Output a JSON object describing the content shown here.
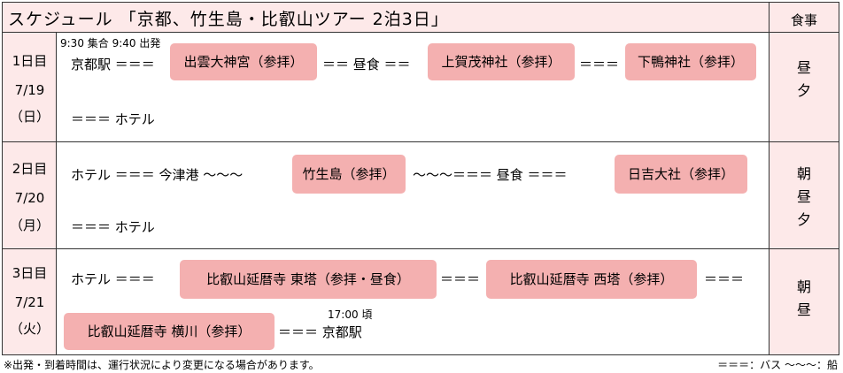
{
  "header": {
    "title": "スケジュール 「京都、竹生島・比叡山ツアー 2泊3日」",
    "meal": "食事"
  },
  "day1": {
    "day": "1日目",
    "date": "7/19",
    "weekday": "（日）",
    "time_note": "9:30 集合 9:40 出発",
    "start": "京都駅 ＝＝＝",
    "spot1": "出雲大神宮（参拝）",
    "mid1": "＝＝ 昼食 ＝＝",
    "spot2": "上賀茂神社（参拝）",
    "mid2": "＝＝＝",
    "spot3": "下鴨神社（参拝）",
    "end": "＝＝＝ ホテル",
    "meals": [
      "昼",
      "夕"
    ]
  },
  "day2": {
    "day": "2日目",
    "date": "7/20",
    "weekday": "（月）",
    "start": "ホテル ＝＝＝ 今津港 〜〜〜",
    "spot1": "竹生島（参拝）",
    "mid1": "〜〜〜＝＝＝ 昼食 ＝＝＝",
    "spot2": "日吉大社（参拝）",
    "end": "＝＝＝ ホテル",
    "meals": [
      "朝",
      "昼",
      "夕"
    ]
  },
  "day3": {
    "day": "3日目",
    "date": "7/21",
    "weekday": "（火）",
    "start": "ホテル ＝＝＝",
    "spot1": "比叡山延暦寺 東塔（参拝・昼食）",
    "mid1": "＝＝＝",
    "spot2": "比叡山延暦寺 西塔（参拝）",
    "mid2": "＝＝＝",
    "spot3": "比叡山延暦寺 横川（参拝）",
    "mid3": "＝＝＝ 京都駅",
    "time_note": "17:00 頃",
    "meals": [
      "朝",
      "昼"
    ]
  },
  "footer": {
    "note": "※出発・到着時間は、運行状況により変更になる場合があります。",
    "legend": "＝＝＝：バス 〜〜〜：船"
  }
}
